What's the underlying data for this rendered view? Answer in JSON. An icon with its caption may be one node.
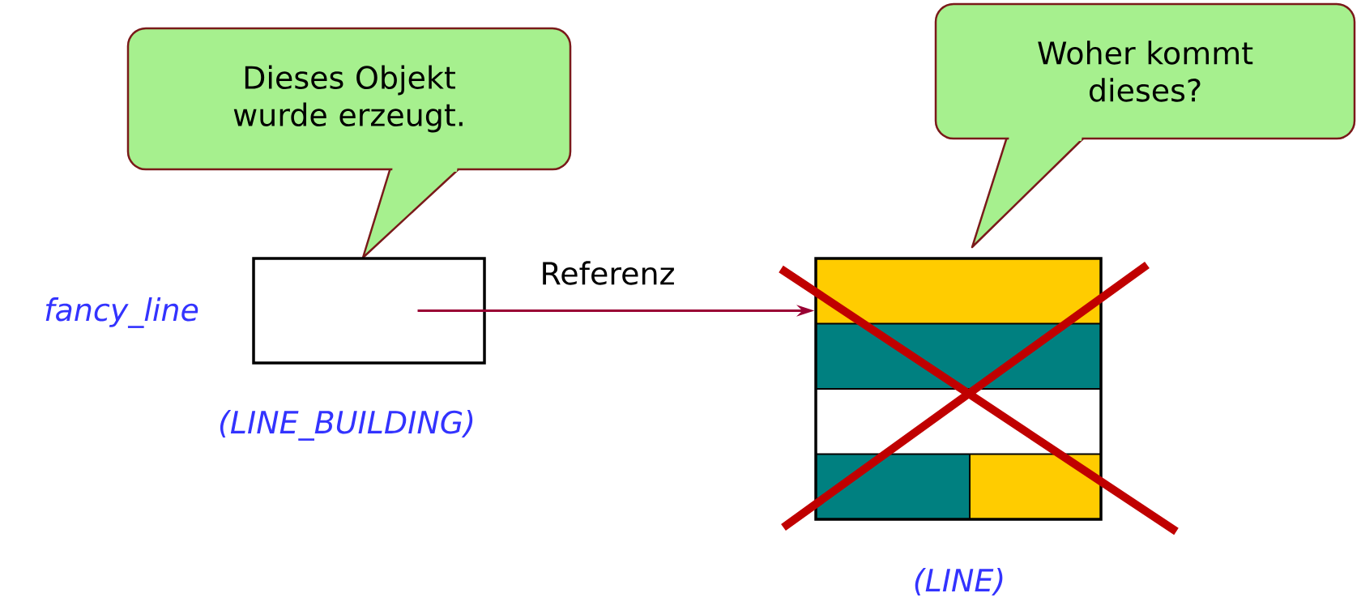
{
  "diagram": {
    "nodes": [
      {
        "text": [
          "Dieses Objekt wurde erzeugt."
        ]
      },
      {
        "text": [
          "Woher kommt dieses?"
        ]
      },
      {
        "text": [],
        "shape": "box",
        "beside": [
          "fancy_line",
          "(LINE_BUILDING)"
        ]
      },
      {
        "text": [],
        "shape": "box",
        "beside": [
          "(LINE)"
        ]
      }
    ],
    "edges": [
      {
        "from": 2,
        "to": 3,
        "arrow": "to",
        "label": "Referenz",
        "color": "#990033"
      }
    ]
  }
}
